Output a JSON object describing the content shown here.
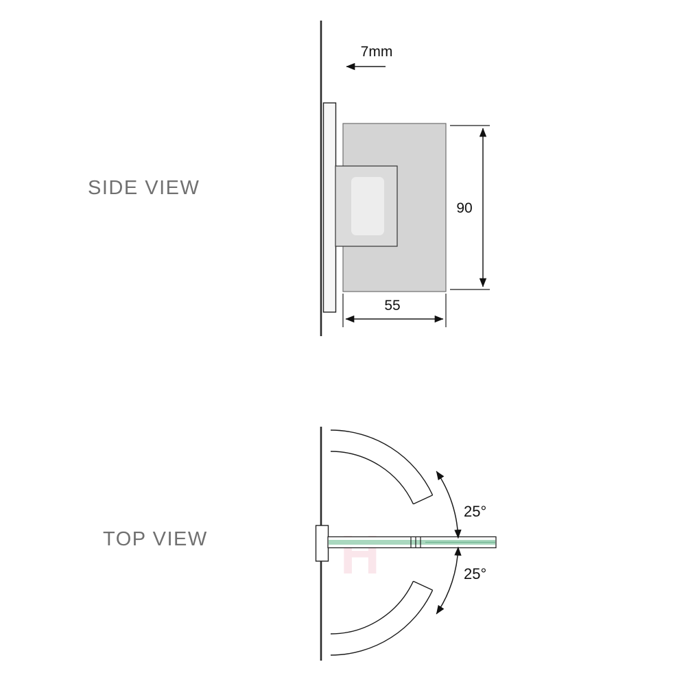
{
  "diagram": {
    "side_view": {
      "label": "SIDE VIEW",
      "offset_dim": "7mm",
      "height_dim": "90",
      "width_dim": "55"
    },
    "top_view": {
      "label": "TOP VIEW",
      "swing_angle_upper": "25°",
      "swing_angle_lower": "25°"
    },
    "watermark": "H",
    "colors": {
      "hinge_fill": "#d4d4d4",
      "hinge_inner_fill": "#dbdbdb",
      "inner_highlight": "#ededed",
      "plate_fill": "#f6f6f6",
      "glass_green": "#a9d8bf",
      "glass_green_dark": "#74b795"
    }
  }
}
